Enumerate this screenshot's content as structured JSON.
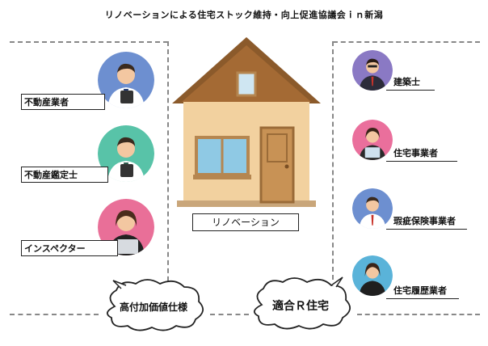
{
  "title": "リノベーションによる住宅ストック維持・向上促進協議会ｉｎ新潟",
  "center": {
    "label": "リノベーション"
  },
  "left_roles": [
    {
      "label": "不動産業者",
      "circle": "#6d8fd0"
    },
    {
      "label": "不動産鑑定士",
      "circle": "#58c3a8"
    },
    {
      "label": "インスペクター",
      "circle": "#e96f98"
    }
  ],
  "right_roles": [
    {
      "label": "建築士",
      "circle": "#8a79c4"
    },
    {
      "label": "住宅事業者",
      "circle": "#ea6f9c"
    },
    {
      "label": "瑕疵保険事業者",
      "circle": "#6d8fd0"
    },
    {
      "label": "住宅履歴業者",
      "circle": "#5ab3d9"
    }
  ],
  "bubbles": [
    {
      "label": "高付加価値仕様"
    },
    {
      "label": "適合Ｒ住宅"
    }
  ]
}
